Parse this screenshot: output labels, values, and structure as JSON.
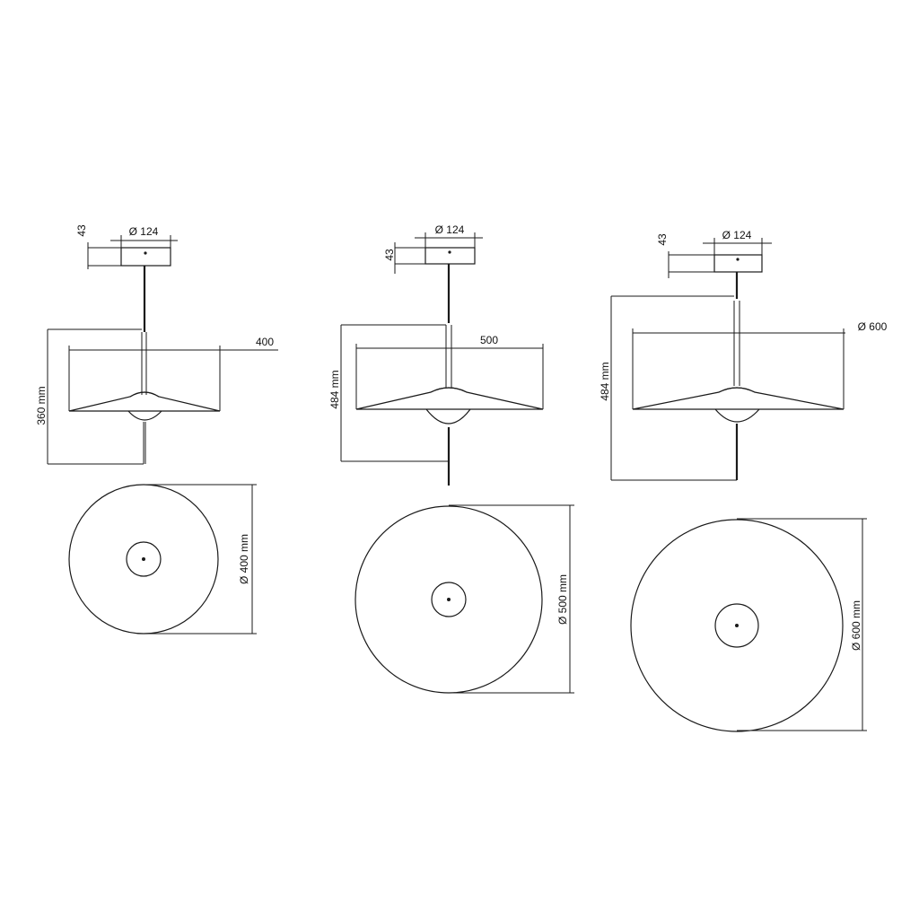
{
  "colors": {
    "line": "#1a1a1a",
    "background": "#ffffff"
  },
  "lamps": [
    {
      "canopy_diameter": "Ø 124",
      "canopy_height": "43",
      "shade_width": "400",
      "overall_height": "360 mm",
      "plan_diameter": "Ø 400 mm"
    },
    {
      "canopy_diameter": "Ø 124",
      "canopy_height": "43",
      "shade_width": "500",
      "overall_height": "484 mm",
      "plan_diameter": "Ø 500 mm"
    },
    {
      "canopy_diameter": "Ø 124",
      "canopy_height": "43",
      "shade_width": "Ø 600",
      "overall_height": "484 mm",
      "plan_diameter": "Ø 600 mm"
    }
  ]
}
